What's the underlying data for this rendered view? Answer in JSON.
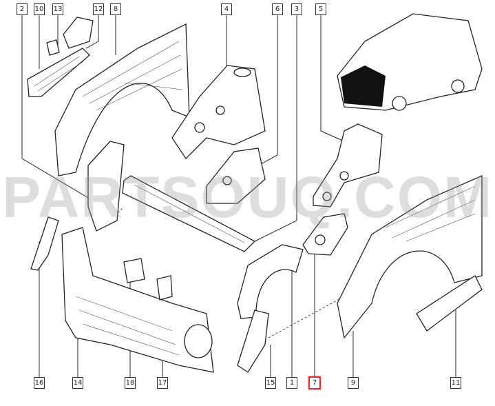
{
  "diagram": {
    "watermark": "PARTSOUQ.COM",
    "selected_label": "7",
    "highlight_color": "#d4313a",
    "top_labels": [
      "2",
      "10",
      "13",
      "12",
      "8",
      "4",
      "6",
      "3",
      "5"
    ],
    "bottom_labels": [
      "16",
      "14",
      "18",
      "17",
      "15",
      "1",
      "7",
      "9",
      "11"
    ]
  }
}
